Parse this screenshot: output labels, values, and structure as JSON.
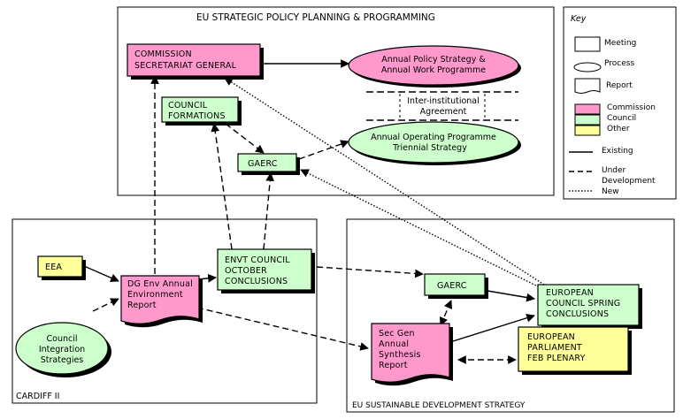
{
  "regions": {
    "eu_strategic": "EU STRATEGIC POLICY PLANNING & PROGRAMMING",
    "cardiff": "CARDIFF II",
    "sustainable": "EU SUSTAINABLE DEVELOPMENT STRATEGY"
  },
  "nodes": {
    "commission_sg": [
      "COMMISSION",
      "SECRETARIAT GENERAL"
    ],
    "annual_policy": [
      "Annual Policy Strategy &",
      "Annual Work Programme"
    ],
    "interinstitutional": [
      "Inter-institutional",
      "Agreement"
    ],
    "council_formations": [
      "COUNCIL",
      "FORMATIONS"
    ],
    "annual_operating": [
      "Annual Operating Programme",
      "Triennial Strategy"
    ],
    "gaerc_top": [
      "GAERC"
    ],
    "eea": [
      "EEA"
    ],
    "dg_env": [
      "DG Env Annual",
      "Environment",
      "Report"
    ],
    "envt_council": [
      "ENVT COUNCIL",
      "OCTOBER",
      "CONCLUSIONS"
    ],
    "council_integration": [
      "Council",
      "Integration",
      "Strategies"
    ],
    "gaerc_bottom": [
      "GAERC"
    ],
    "european_council": [
      "EUROPEAN",
      "COUNCIL SPRING",
      "CONCLUSIONS"
    ],
    "sec_gen": [
      "Sec Gen",
      "Annual",
      "Synthesis",
      "Report"
    ],
    "european_parliament": [
      "EUROPEAN",
      "PARLIAMENT",
      "FEB PLENARY"
    ]
  },
  "key": {
    "title": "Key",
    "meeting": "Meeting",
    "process": "Process",
    "report": "Report",
    "commission": "Commission",
    "council": "Council",
    "other": "Other",
    "existing": "Existing",
    "under_development": [
      "Under",
      "Development"
    ],
    "new": "New"
  },
  "colors": {
    "commission": "#ff99cc",
    "council": "#ccffcc",
    "other": "#ffff99"
  }
}
